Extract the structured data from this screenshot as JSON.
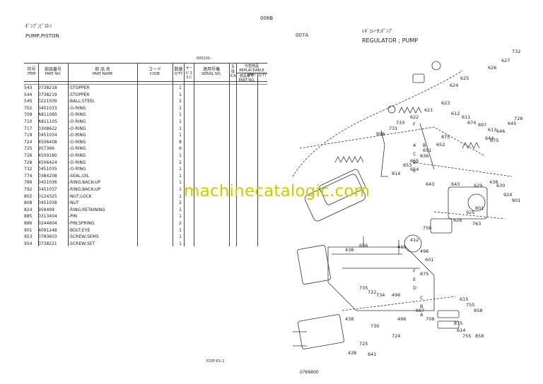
{
  "page": {
    "page_code": "006B",
    "footer_code": "P25F-E1-1",
    "watermark": "machinecatalogic.com",
    "drawing_no": "0769800"
  },
  "left": {
    "title_jp": "ﾎﾟﾝﾌﾟ;ﾋﾟｽﾄﾝ",
    "title_en": "PUMP;PISTON",
    "serial_header": "000101-",
    "headers": {
      "item_jp": "符号",
      "item_en": "ITEM",
      "part_jp": "部品番号",
      "part_en": "PART NO.",
      "name_jp": "部 品 名",
      "name_en": "PART NAME",
      "code_jp": "コード",
      "code_en": "CODE",
      "qty_jp": "数量",
      "qty_en": "Q'TY",
      "service_jp": "サービス",
      "service_en": "S.C",
      "applicable_jp": "適用号機",
      "applicable_en": "SERIAL NO.",
      "exch_jp": "互換",
      "exch_en": "ICA",
      "replaceable_jp": "代替部品",
      "replaceable_en": "REPLACEABLE PART",
      "rep_part_jp": "部品番号",
      "rep_part_en": "PART NO.",
      "rep_qty_jp": "数量",
      "rep_qty_en": "Q'TY"
    },
    "rows": [
      {
        "item": "543",
        "part": "0738218",
        "name": "-STOPPER",
        "qty": "1"
      },
      {
        "item": "544",
        "part": "0738219",
        "name": "-STOPPER",
        "qty": "1"
      },
      {
        "item": "545",
        "part": "0221509",
        "name": "-BALL;STEEL",
        "qty": "2"
      },
      {
        "item": "702",
        "part": "0451033",
        "name": "-O-RING",
        "qty": "1"
      },
      {
        "item": "709",
        "part": "A811085",
        "name": "-O-RING",
        "qty": "1"
      },
      {
        "item": "710",
        "part": "A811105",
        "name": "-O-RING",
        "qty": "1"
      },
      {
        "item": "717",
        "part": "0308622",
        "name": "-O-RING",
        "qty": "1"
      },
      {
        "item": "719",
        "part": "0451034",
        "name": "-O-RING",
        "qty": "1"
      },
      {
        "item": "724",
        "part": "4506408",
        "name": "-O-RING",
        "qty": "8"
      },
      {
        "item": "725",
        "part": "957366",
        "name": "-O-RING",
        "qty": "6"
      },
      {
        "item": "726",
        "part": "4509180",
        "name": "-O-RING",
        "qty": "1"
      },
      {
        "item": "728",
        "part": "4506424",
        "name": "-O-RING",
        "qty": "2"
      },
      {
        "item": "732",
        "part": "0451035",
        "name": "-O-RING",
        "qty": "1"
      },
      {
        "item": "774",
        "part": "0384208",
        "name": "-SEAL;OIL",
        "qty": "1"
      },
      {
        "item": "789",
        "part": "0451036",
        "name": "-RING;BACK-UP",
        "qty": "1"
      },
      {
        "item": "792",
        "part": "0451037",
        "name": "-RING;BACK-UP",
        "qty": "1"
      },
      {
        "item": "802",
        "part": "0124325",
        "name": "-NUT;LOCK",
        "qty": "1"
      },
      {
        "item": "808",
        "part": "0451038",
        "name": "-NUT",
        "qty": "2"
      },
      {
        "item": "824",
        "part": "959499",
        "name": "-RING;RETAINING",
        "qty": "1"
      },
      {
        "item": "885",
        "part": "0313404",
        "name": "-PIN",
        "qty": "1"
      },
      {
        "item": "886",
        "part": "0244604",
        "name": "-PIN;SPRING",
        "qty": "2"
      },
      {
        "item": "901",
        "part": "4091248",
        "name": "-BOLT;EYE",
        "qty": "1"
      },
      {
        "item": "953",
        "part": "0783603",
        "name": "-SCREW;SEMS",
        "qty": "1"
      },
      {
        "item": "954",
        "part": "0738221",
        "name": "-SCREW;SET",
        "qty": "1"
      }
    ]
  },
  "right": {
    "code": "007A",
    "title_jp": "ﾚｷﾞｭﾚｰﾀ;ﾎﾟﾝﾌﾟ",
    "title_en": "REGULATOR ; PUMP",
    "callouts": [
      {
        "id": "c732",
        "text": "732"
      },
      {
        "id": "c627",
        "text": "627"
      },
      {
        "id": "c626",
        "text": "626"
      },
      {
        "id": "c625",
        "text": "625"
      },
      {
        "id": "c624",
        "text": "624"
      },
      {
        "id": "c623",
        "text": "623"
      },
      {
        "id": "c621",
        "text": "621"
      },
      {
        "id": "c622",
        "text": "622"
      },
      {
        "id": "c733",
        "text": "733"
      },
      {
        "id": "c731",
        "text": "731"
      },
      {
        "id": "c898",
        "text": "898"
      },
      {
        "id": "c612",
        "text": "612"
      },
      {
        "id": "c611",
        "text": "611"
      },
      {
        "id": "c874",
        "text": "874"
      },
      {
        "id": "c897",
        "text": "897"
      },
      {
        "id": "c613",
        "text": "613"
      },
      {
        "id": "c875a",
        "text": "875"
      },
      {
        "id": "c875b",
        "text": "875"
      },
      {
        "id": "c652",
        "text": "652"
      },
      {
        "id": "c651",
        "text": "651"
      },
      {
        "id": "c836",
        "text": "836"
      },
      {
        "id": "c655",
        "text": "655"
      },
      {
        "id": "c653",
        "text": "653"
      },
      {
        "id": "c654",
        "text": "654"
      },
      {
        "id": "c814",
        "text": "814"
      },
      {
        "id": "c728",
        "text": "728"
      },
      {
        "id": "c645",
        "text": "645"
      },
      {
        "id": "c646",
        "text": "646"
      },
      {
        "id": "c644",
        "text": "644"
      },
      {
        "id": "c643",
        "text": "643"
      },
      {
        "id": "c438a",
        "text": "438"
      },
      {
        "id": "c629",
        "text": "629"
      },
      {
        "id": "c630",
        "text": "630"
      },
      {
        "id": "c924",
        "text": "924"
      },
      {
        "id": "c801a",
        "text": "801"
      },
      {
        "id": "c801b",
        "text": "801"
      },
      {
        "id": "c925",
        "text": "925"
      },
      {
        "id": "c628",
        "text": "628"
      },
      {
        "id": "c763",
        "text": "763"
      },
      {
        "id": "c756",
        "text": "756"
      },
      {
        "id": "c412",
        "text": "412"
      },
      {
        "id": "c413",
        "text": "413"
      },
      {
        "id": "c496a",
        "text": "496"
      },
      {
        "id": "c656",
        "text": "656"
      },
      {
        "id": "c438b",
        "text": "438"
      },
      {
        "id": "c601",
        "text": "601"
      },
      {
        "id": "c875c",
        "text": "875"
      },
      {
        "id": "c735",
        "text": "735"
      },
      {
        "id": "c722",
        "text": "722"
      },
      {
        "id": "c734",
        "text": "734"
      },
      {
        "id": "c496b",
        "text": "496"
      },
      {
        "id": "c887",
        "text": "887"
      },
      {
        "id": "c708",
        "text": "708"
      },
      {
        "id": "c496c",
        "text": "496"
      },
      {
        "id": "c615",
        "text": "615"
      },
      {
        "id": "c755a",
        "text": "755"
      },
      {
        "id": "c858a",
        "text": "858"
      },
      {
        "id": "c875d",
        "text": "875"
      },
      {
        "id": "c614",
        "text": "614"
      },
      {
        "id": "c755b",
        "text": "755"
      },
      {
        "id": "c858b",
        "text": "858"
      },
      {
        "id": "c730",
        "text": "730"
      },
      {
        "id": "c724",
        "text": "724"
      },
      {
        "id": "c725",
        "text": "725"
      },
      {
        "id": "c438c",
        "text": "438"
      },
      {
        "id": "c438d",
        "text": "438"
      },
      {
        "id": "c641",
        "text": "641"
      },
      {
        "id": "c643b",
        "text": "643"
      },
      {
        "id": "lblA1",
        "text": "A"
      },
      {
        "id": "lblB1",
        "text": "B"
      },
      {
        "id": "lblC1",
        "text": "C"
      },
      {
        "id": "lblD1",
        "text": "D"
      },
      {
        "id": "lblE1",
        "text": "E"
      },
      {
        "id": "lblF1",
        "text": "F"
      },
      {
        "id": "lblA2",
        "text": "A"
      },
      {
        "id": "lblB2",
        "text": "B"
      },
      {
        "id": "lblC2",
        "text": "C"
      },
      {
        "id": "lblD2",
        "text": "D"
      },
      {
        "id": "lblE2",
        "text": "E"
      },
      {
        "id": "lblF2",
        "text": "F"
      }
    ]
  }
}
